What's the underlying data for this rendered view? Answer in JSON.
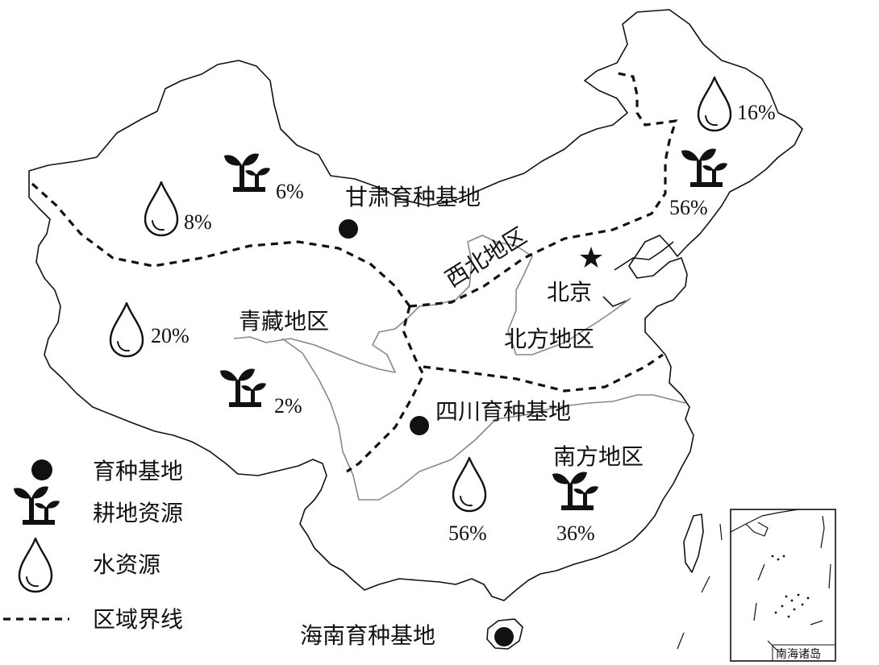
{
  "labels": {
    "gansu_base": "甘肃育种基地",
    "sichuan_base": "四川育种基地",
    "hainan_base": "海南育种基地",
    "northwest": "西北地区",
    "qingzang": "青藏地区",
    "north": "北方地区",
    "south": "南方地区",
    "beijing": "北京",
    "south_sea_inset": "南海诸岛"
  },
  "regions": {
    "northwest": {
      "water": "8%",
      "farmland": "6%"
    },
    "qingzang": {
      "water": "20%",
      "farmland": "2%"
    },
    "north": {
      "water": "16%",
      "farmland": "56%"
    },
    "south": {
      "water": "56%",
      "farmland": "36%"
    }
  },
  "legend": [
    {
      "icon": "black-dot-icon",
      "label": "育种基地"
    },
    {
      "icon": "seedling-icon",
      "label": "耕地资源"
    },
    {
      "icon": "water-drop-icon",
      "label": "水资源"
    },
    {
      "icon": "dashed-line-icon",
      "label": "区域界线"
    }
  ],
  "colors": {
    "ink": "#111111",
    "river": "#888888",
    "background": "#ffffff"
  }
}
